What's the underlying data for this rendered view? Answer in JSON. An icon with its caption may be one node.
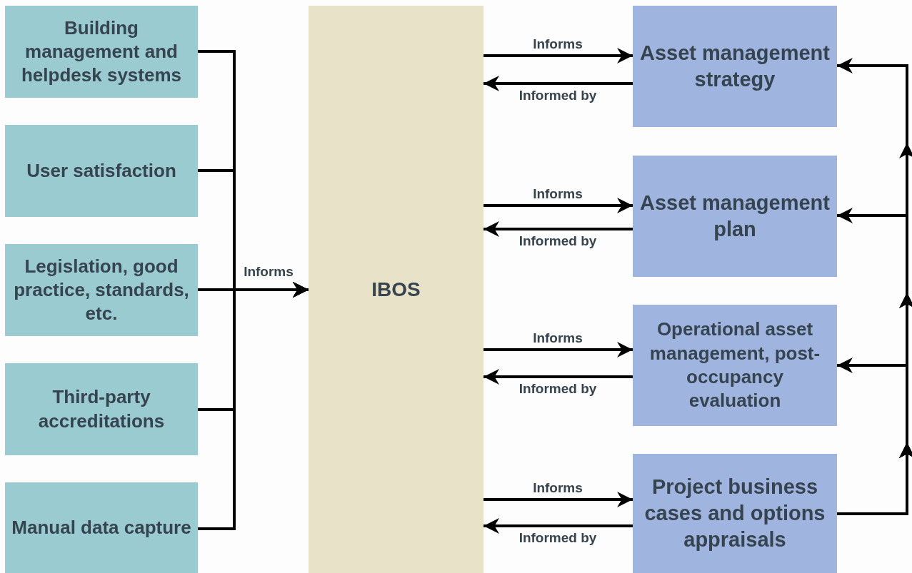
{
  "diagram": {
    "nodes": [
      {
        "text": [
          "Building management and helpdesk systems"
        ]
      },
      {
        "text": [
          "User satisfaction"
        ]
      },
      {
        "text": [
          "Legislation, good practice, standards, etc."
        ]
      },
      {
        "text": [
          "Third-party accreditations"
        ]
      },
      {
        "text": [
          "Manual data capture"
        ]
      },
      {
        "text": [
          "IBOS"
        ]
      },
      {
        "text": [
          "Asset management strategy"
        ]
      },
      {
        "text": [
          "Asset management plan"
        ]
      },
      {
        "text": [
          "Operational asset management, post-occupancy evaluation"
        ]
      },
      {
        "text": [
          "Project business cases and options appraisals"
        ]
      }
    ],
    "edges": [
      {
        "from": 0,
        "to": 5,
        "arrow": "to"
      },
      {
        "from": 1,
        "to": 5,
        "arrow": "to"
      },
      {
        "from": 2,
        "to": 5,
        "arrow": "to",
        "label": "Informs"
      },
      {
        "from": 3,
        "to": 5,
        "arrow": "to"
      },
      {
        "from": 4,
        "to": 5,
        "arrow": "to"
      },
      {
        "from": 5,
        "to": 6,
        "arrow": "to",
        "label": "Informs"
      },
      {
        "from": 6,
        "to": 5,
        "arrow": "to",
        "label": "Informed by"
      },
      {
        "from": 5,
        "to": 7,
        "arrow": "to",
        "label": "Informs"
      },
      {
        "from": 7,
        "to": 5,
        "arrow": "to",
        "label": "Informed by"
      },
      {
        "from": 5,
        "to": 8,
        "arrow": "to",
        "label": "Informs"
      },
      {
        "from": 8,
        "to": 5,
        "arrow": "to",
        "label": "Informed by"
      },
      {
        "from": 5,
        "to": 9,
        "arrow": "to",
        "label": "Informs"
      },
      {
        "from": 9,
        "to": 5,
        "arrow": "to",
        "label": "Informed by"
      },
      {
        "from": 9,
        "to": 8,
        "arrow": "to"
      },
      {
        "from": 9,
        "to": 7,
        "arrow": "to"
      },
      {
        "from": 9,
        "to": 6,
        "arrow": "to"
      }
    ]
  }
}
